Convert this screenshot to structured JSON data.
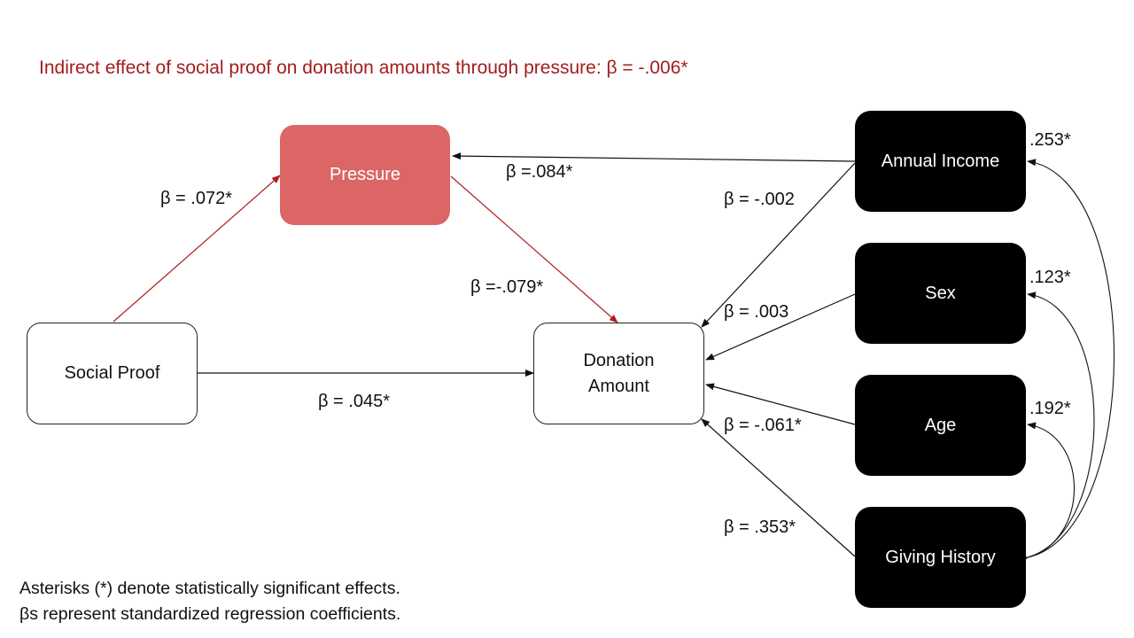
{
  "headline": "Indirect effect of social proof on donation amounts through pressure: β = -.006*",
  "nodes": {
    "pressure": "Pressure",
    "social_proof": "Social Proof",
    "donation_line1": "Donation",
    "donation_line2": "Amount",
    "annual_income": "Annual Income",
    "sex": "Sex",
    "age": "Age",
    "giving_history": "Giving History"
  },
  "paths": {
    "social_to_pressure": "β = .072*",
    "pressure_to_donation": "β =-.079*",
    "social_to_donation": "β = .045*",
    "income_to_pressure": "β =.084*",
    "income_to_donation": "β = -.002",
    "sex_to_donation": "β = .003",
    "age_to_donation": "β = -.061*",
    "history_to_donation": "β = .353*"
  },
  "correlations": {
    "income_history": ".253*",
    "sex_history": ".123*",
    "age_history": ".192*"
  },
  "notes": {
    "line1": "Asterisks (*) denote statistically significant effects.",
    "line2": "βs represent standardized regression coefficients."
  },
  "colors": {
    "accent_red": "#a31d1d",
    "pressure_fill": "#dc6666",
    "control_fill": "#000000"
  }
}
